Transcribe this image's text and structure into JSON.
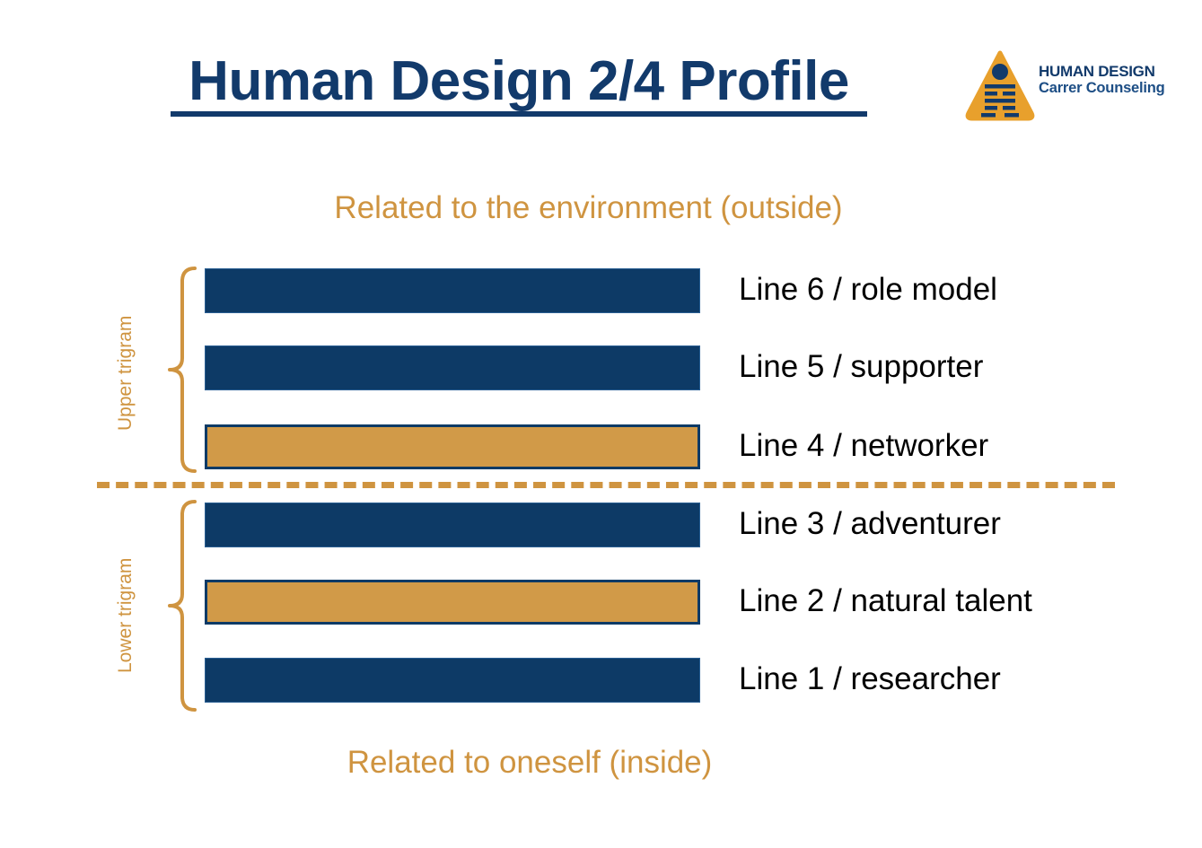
{
  "slide": {
    "title": "Human Design 2/4 Profile",
    "background_color": "#ffffff"
  },
  "logo": {
    "mark_icon": "triangle-hexagram-logo-icon",
    "line1": "HUMAN DESIGN",
    "line2": "Carrer Counseling",
    "triangle_color": "#e8a02c",
    "mark_accent_color": "#123a6b"
  },
  "captions": {
    "top": "Related to the environment (outside)",
    "bottom": "Related to oneself (inside)"
  },
  "trigrams": {
    "upper_label": "Upper trigram",
    "lower_label": "Lower trigram",
    "brace_icon": "curly-brace-icon"
  },
  "colors": {
    "navy": "#0d3a66",
    "gold": "#d19a48",
    "caption_gold": "#cf9440",
    "text_black": "#000000"
  },
  "chart_data": {
    "type": "bar",
    "title": "Human Design 2/4 Profile",
    "xlabel": "",
    "ylabel": "",
    "grid": false,
    "legend_position": "none",
    "annotations": [
      "Related to the environment (outside)",
      "Related to oneself (inside)",
      "Upper trigram",
      "Lower trigram"
    ],
    "categories": [
      "Line 6 / role model",
      "Line 5 / supporter",
      "Line 4 / networker",
      "Line 3 / adventurer",
      "Line 2 / natural talent",
      "Line 1 / researcher"
    ],
    "values": [
      1,
      1,
      1,
      1,
      1,
      1
    ],
    "series": [
      {
        "name": "profile-lines",
        "values": [
          1,
          1,
          1,
          1,
          1,
          1
        ]
      }
    ]
  },
  "rows": [
    {
      "id": "line-6",
      "label": "Line 6 / role model",
      "line_number": 6,
      "role": "role model",
      "highlighted": false,
      "group": "Upper trigram"
    },
    {
      "id": "line-5",
      "label": "Line 5 / supporter",
      "line_number": 5,
      "role": "supporter",
      "highlighted": false,
      "group": "Upper trigram"
    },
    {
      "id": "line-4",
      "label": "Line 4 / networker",
      "line_number": 4,
      "role": "networker",
      "highlighted": true,
      "group": "Upper trigram"
    },
    {
      "id": "line-3",
      "label": "Line 3 / adventurer",
      "line_number": 3,
      "role": "adventurer",
      "highlighted": false,
      "group": "Lower trigram"
    },
    {
      "id": "line-2",
      "label": "Line 2 / natural talent",
      "line_number": 2,
      "role": "natural talent",
      "highlighted": true,
      "group": "Lower trigram"
    },
    {
      "id": "line-1",
      "label": "Line 1 / researcher",
      "line_number": 1,
      "role": "researcher",
      "highlighted": false,
      "group": "Lower trigram"
    }
  ]
}
